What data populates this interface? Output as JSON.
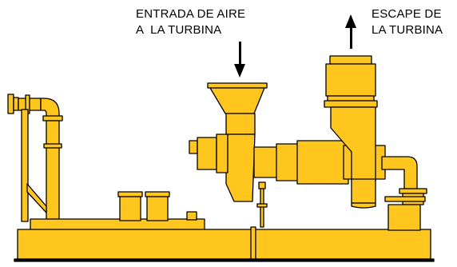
{
  "labels": {
    "intake_line1": "ENTRADA DE AIRE",
    "intake_line2": "A  LA TURBINA",
    "exhaust_line1": "ESCAPE DE",
    "exhaust_line2": "LA TURBINA"
  },
  "colors": {
    "machine_fill": "#FFC61E",
    "outline": "#000000",
    "background": "#FFFFFF"
  }
}
